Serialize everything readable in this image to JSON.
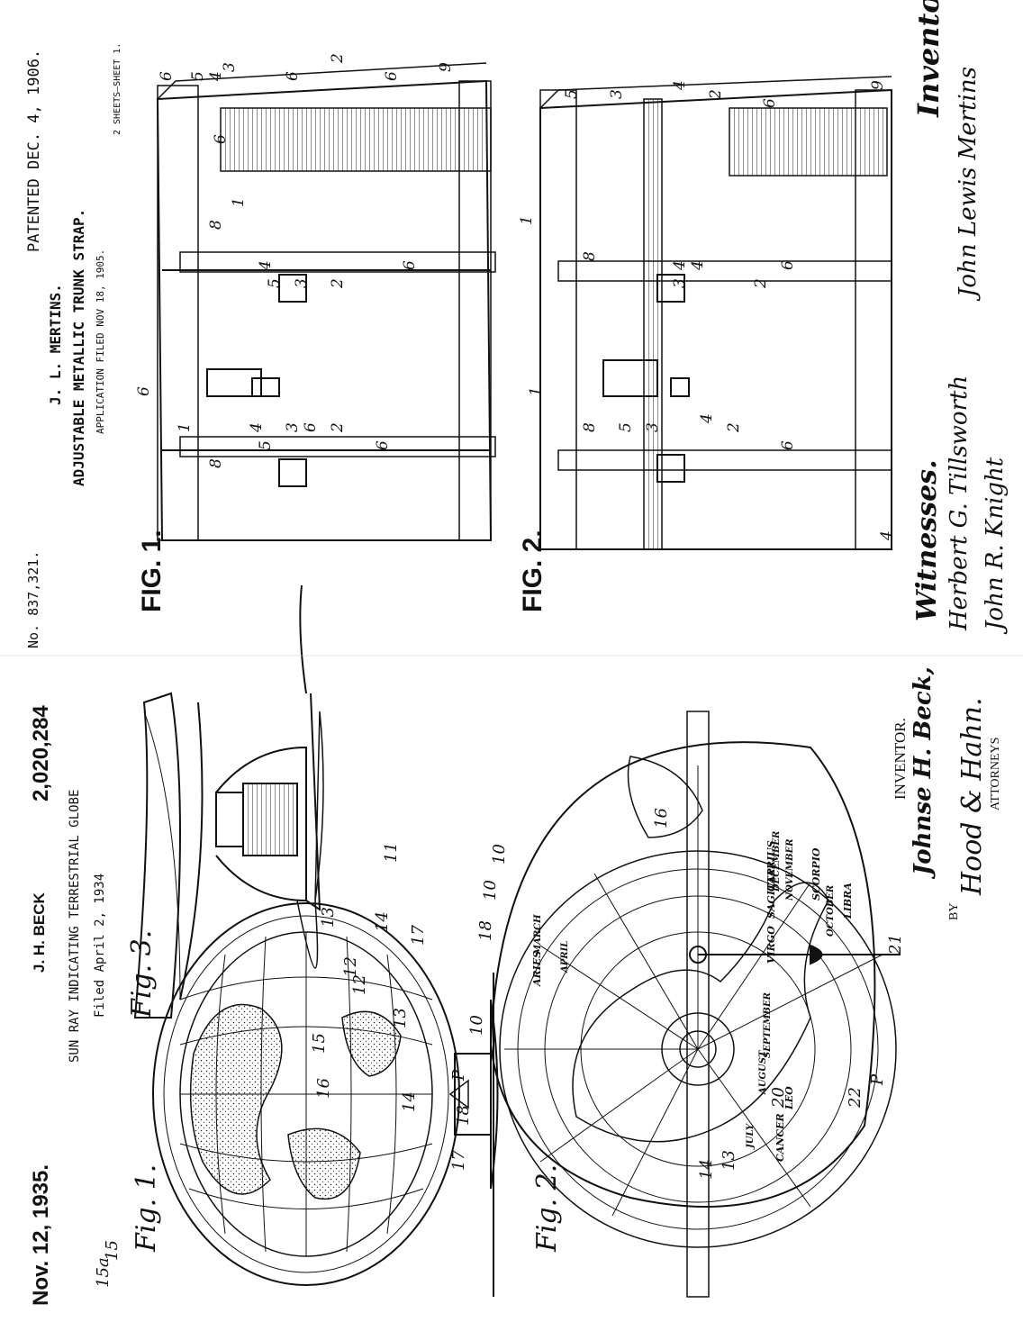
{
  "left_patent": {
    "date": "Nov. 12, 1935.",
    "inventor_short": "J. H. BECK",
    "number": "2,020,284",
    "title": "SUN RAY INDICATING TERRESTRIAL GLOBE",
    "filed": "Filed April 2, 1934",
    "fig1": "Fig. 1.",
    "fig2": "Fig. 2.",
    "fig3": "Fig. 3.",
    "inventor_label": "INVENTOR.",
    "inventor_name": "Johnse H. Beck,",
    "by": "BY",
    "attorneys_signature": "Hood & Hahn.",
    "attorneys_label": "ATTORNEYS",
    "ref_numbers": [
      "15a",
      "15",
      "14",
      "16",
      "17",
      "18",
      "10",
      "P",
      "12",
      "13",
      "11",
      "14",
      "17",
      "18",
      "10",
      "13",
      "15",
      "12",
      "13",
      "16",
      "14",
      "20",
      "21",
      "22",
      "P",
      "10"
    ],
    "zodiac": [
      "CANCER",
      "LEO",
      "VIRGO",
      "LIBRA",
      "SCORPIO",
      "SAGITTARIUS",
      "CAP",
      "ARIES"
    ],
    "months": [
      "JULY",
      "AUGUST",
      "SEPTEMBER",
      "OCTOBER",
      "NOVEMBER",
      "DECEMBER",
      "APRIL",
      "MARCH"
    ]
  },
  "right_patent": {
    "number": "No. 837,321.",
    "date": "PATENTED DEC. 4, 1906.",
    "inventor": "J. L. MERTINS.",
    "title": "ADJUSTABLE METALLIC TRUNK STRAP.",
    "application": "APPLICATION FILED NOV 18, 1905.",
    "sheets": "2 SHEETS—SHEET 1.",
    "fig1": "FIG. 1.",
    "fig2": "FIG. 2.",
    "witnesses_label": "Witnesses.",
    "witness_1": "Herbert G. Tillsworth",
    "witness_2": "John R. Knight",
    "inventor_label": "Inventor,",
    "inventor_signature": "John Lewis Mertins",
    "ref_numbers_fig1": [
      "6",
      "5",
      "4",
      "3",
      "6",
      "2",
      "6",
      "9",
      "6",
      "8",
      "1",
      "4",
      "5",
      "3",
      "2",
      "6",
      "6",
      "1",
      "8",
      "5",
      "4",
      "3",
      "6",
      "2",
      "6"
    ],
    "ref_numbers_fig2": [
      "5",
      "3",
      "4",
      "2",
      "6",
      "9",
      "4",
      "1",
      "8",
      "3",
      "4",
      "2",
      "6",
      "1",
      "8",
      "5",
      "3",
      "4",
      "2",
      "6",
      "4"
    ]
  }
}
